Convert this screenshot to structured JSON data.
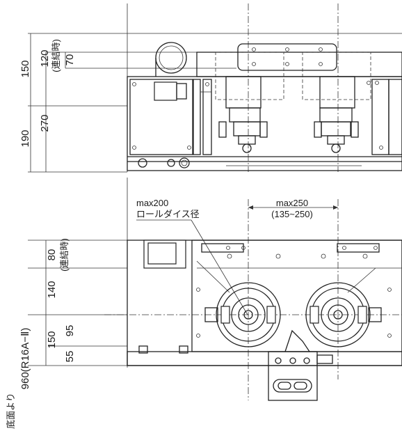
{
  "top_view": {
    "dimensions": {
      "d150": "150",
      "d120": "120",
      "d120_note": "(連結時)",
      "d70": "70",
      "d190": "190",
      "d270": "270"
    }
  },
  "bottom_view": {
    "roll_die": {
      "line1": "max200",
      "line2": "ロールダイス径"
    },
    "pitch": {
      "line1": "max250",
      "line2": "(135~250)"
    },
    "dimensions": {
      "d80": "80",
      "d80_note": "(連結時)",
      "d140": "140",
      "d150": "150",
      "d95": "95",
      "d55": "55",
      "d960": "960(R16A−Ⅱ)",
      "floor": "底面より"
    }
  }
}
